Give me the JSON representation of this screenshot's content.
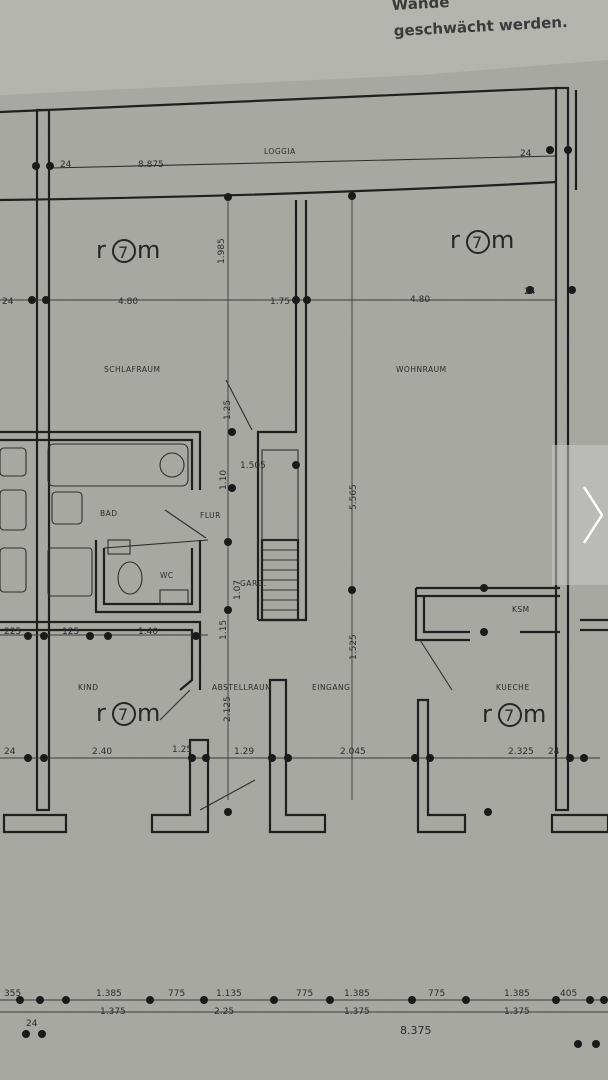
{
  "header_text": [
    "Wände",
    "geschwächt werden."
  ],
  "rooms": {
    "loggia": "LOGGIA",
    "schlafraum": "SCHLAFRAUM",
    "wohnraum": "WOHNRAUM",
    "bad": "BAD",
    "flur": "FLUR",
    "wc": "WC",
    "gard": "GARD.",
    "kind": "KIND",
    "abstellraum": "ABSTELLRAUM",
    "eingang": "EINGANG",
    "kueche": "KUECHE",
    "ksm": "KSM"
  },
  "room_mark": {
    "prefix": "r",
    "num": "7",
    "suffix": "m"
  },
  "dims": {
    "top_loggia": "8.875",
    "top_24_left": "24",
    "top_24_right": "24",
    "row1_24_left": "24",
    "row1_480_left": "4.80",
    "row1_175": "1.75",
    "row1_480_right": "4.80",
    "row1_24_right": "24",
    "vert_1985": "1.985",
    "vert_125": "1.25",
    "vert_110": "1.10",
    "vert_107": "1.07",
    "vert_115": "1.15",
    "vert_5565": "5.565",
    "vert_1525": "1.525",
    "vert_2125": "2.125",
    "mid_1505": "1.505",
    "row2_225": "225",
    "row2_125": "125",
    "row2_140": "1.40",
    "row3_24": "24",
    "row3_240": "2.40",
    "row3_125": "1.25",
    "row3_129": "1.29",
    "row3_204": "2.045",
    "row3_2325": "2.325",
    "row3_24_right": "24",
    "bot_row1": [
      "355",
      "1.385",
      "775",
      "1.135",
      "775",
      "1.385",
      "775",
      "1.385",
      "405"
    ],
    "bot_row2": [
      "1.375",
      "2.25",
      "1.375",
      "1.375"
    ],
    "bot_total": "8.375",
    "bot_24": "24"
  },
  "next_arrow_icon": "chevron-right-icon"
}
